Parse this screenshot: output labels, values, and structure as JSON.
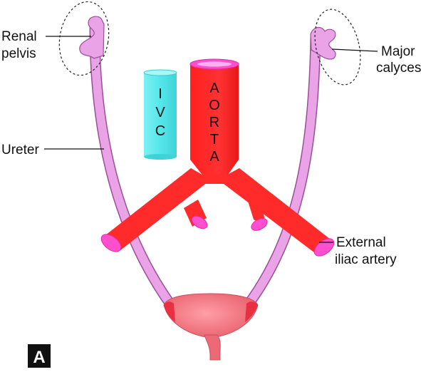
{
  "labels": {
    "renal_pelvis": [
      "Renal",
      "pelvis"
    ],
    "major_calyces": [
      "Major",
      "calyces"
    ],
    "ureter": "Ureter",
    "external_iliac_artery": [
      "External",
      "iliac artery"
    ],
    "ivc": [
      "I",
      "V",
      "C"
    ],
    "aorta": [
      "A",
      "O",
      "R",
      "T",
      "A"
    ]
  },
  "panel_letter": "A",
  "colors": {
    "ureter": "#e9a3e6",
    "ureter_outline": "#9a4f96",
    "aorta": "#ff2a2a",
    "aorta_shadow": "#e01414",
    "vessel_end": "#ff4fcf",
    "vessel_end_inner": "#ffb0f0",
    "ivc": "#54e6ea",
    "ivc_top": "#a8f6f8",
    "bladder": "#f0707a",
    "bladder_light": "#ff9ea6"
  }
}
